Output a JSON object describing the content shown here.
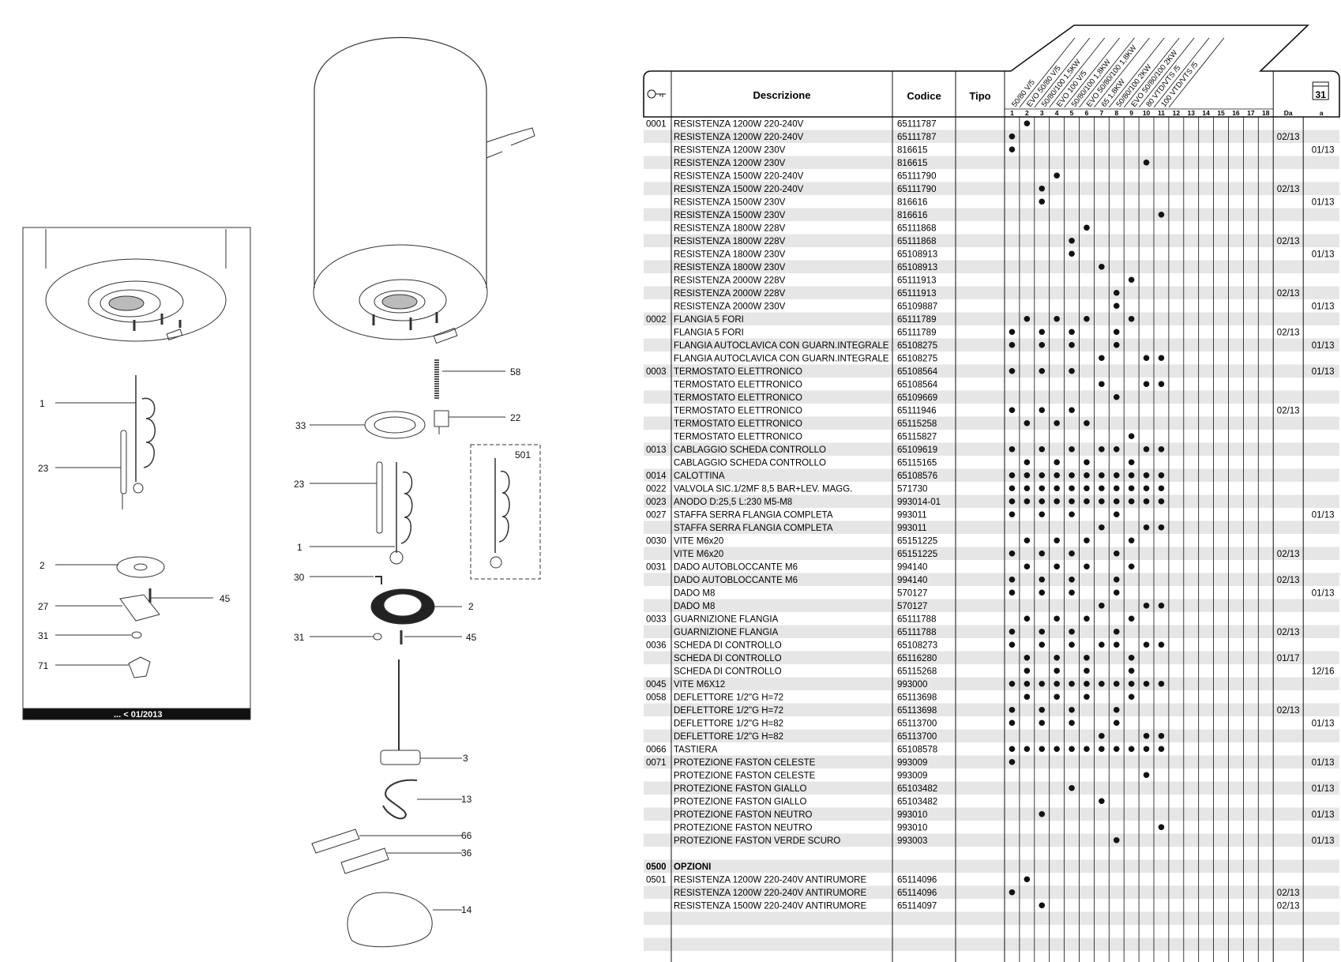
{
  "inset_footer": "... < 01/2013",
  "callouts_left": [
    "1",
    "23",
    "2",
    "27",
    "45",
    "31",
    "71"
  ],
  "callouts_main": [
    "58",
    "33",
    "22",
    "23",
    "501",
    "1",
    "30",
    "2",
    "31",
    "45",
    "3",
    "13",
    "66",
    "36",
    "14"
  ],
  "table": {
    "header": {
      "descrizione": "Descrizione",
      "codice": "Codice",
      "tipo": "Tipo",
      "da": "Da",
      "a": "a",
      "calendar_day": "31",
      "models": [
        "50/80 V/5",
        "EVO 50/80 V/5",
        "50/80/100 1,5KW",
        "EVO 100 V/5",
        "50/80/100 1,8KW",
        "EVO 50/80/100 1,8KW",
        "65 1,8KW",
        "50/80/100 2KW",
        "EVO 50/80/100 2KW",
        "80 VTD/VTS /5",
        "100 VTD/VTS /5"
      ],
      "col_numbers": [
        "1",
        "2",
        "3",
        "4",
        "5",
        "6",
        "7",
        "8",
        "9",
        "10",
        "11",
        "12",
        "13",
        "14",
        "15",
        "16",
        "17",
        "18"
      ]
    },
    "rows": [
      {
        "pos": "0001",
        "desc": "RESISTENZA 1200W 220-240V",
        "code": "65111787",
        "dots": [
          2
        ],
        "da": "",
        "a": ""
      },
      {
        "pos": "",
        "desc": "RESISTENZA 1200W 220-240V",
        "code": "65111787",
        "dots": [
          1
        ],
        "da": "02/13",
        "a": ""
      },
      {
        "pos": "",
        "desc": "RESISTENZA 1200W 230V",
        "code": "816615",
        "dots": [
          1
        ],
        "da": "",
        "a": "01/13"
      },
      {
        "pos": "",
        "desc": "RESISTENZA 1200W 230V",
        "code": "816615",
        "dots": [
          10
        ],
        "da": "",
        "a": ""
      },
      {
        "pos": "",
        "desc": "RESISTENZA 1500W 220-240V",
        "code": "65111790",
        "dots": [
          4
        ],
        "da": "",
        "a": ""
      },
      {
        "pos": "",
        "desc": "RESISTENZA 1500W 220-240V",
        "code": "65111790",
        "dots": [
          3
        ],
        "da": "02/13",
        "a": ""
      },
      {
        "pos": "",
        "desc": "RESISTENZA 1500W 230V",
        "code": "816616",
        "dots": [
          3
        ],
        "da": "",
        "a": "01/13"
      },
      {
        "pos": "",
        "desc": "RESISTENZA 1500W 230V",
        "code": "816616",
        "dots": [
          11
        ],
        "da": "",
        "a": ""
      },
      {
        "pos": "",
        "desc": "RESISTENZA 1800W 228V",
        "code": "65111868",
        "dots": [
          6
        ],
        "da": "",
        "a": ""
      },
      {
        "pos": "",
        "desc": "RESISTENZA 1800W 228V",
        "code": "65111868",
        "dots": [
          5
        ],
        "da": "02/13",
        "a": ""
      },
      {
        "pos": "",
        "desc": "RESISTENZA 1800W 230V",
        "code": "65108913",
        "dots": [
          5
        ],
        "da": "",
        "a": "01/13"
      },
      {
        "pos": "",
        "desc": "RESISTENZA 1800W 230V",
        "code": "65108913",
        "dots": [
          7
        ],
        "da": "",
        "a": ""
      },
      {
        "pos": "",
        "desc": "RESISTENZA 2000W 228V",
        "code": "65111913",
        "dots": [
          9
        ],
        "da": "",
        "a": ""
      },
      {
        "pos": "",
        "desc": "RESISTENZA 2000W 228V",
        "code": "65111913",
        "dots": [
          8
        ],
        "da": "02/13",
        "a": ""
      },
      {
        "pos": "",
        "desc": "RESISTENZA 2000W 230V",
        "code": "65109887",
        "dots": [
          8
        ],
        "da": "",
        "a": "01/13"
      },
      {
        "pos": "0002",
        "desc": "FLANGIA 5 FORI",
        "code": "65111789",
        "dots": [
          2,
          4,
          6,
          9
        ],
        "da": "",
        "a": ""
      },
      {
        "pos": "",
        "desc": "FLANGIA 5 FORI",
        "code": "65111789",
        "dots": [
          1,
          3,
          5,
          8
        ],
        "da": "02/13",
        "a": ""
      },
      {
        "pos": "",
        "desc": "FLANGIA AUTOCLAVICA CON GUARN.INTEGRALE",
        "code": "65108275",
        "dots": [
          1,
          3,
          5,
          8
        ],
        "da": "",
        "a": "01/13"
      },
      {
        "pos": "",
        "desc": "FLANGIA AUTOCLAVICA CON GUARN.INTEGRALE",
        "code": "65108275",
        "dots": [
          7,
          10,
          11
        ],
        "da": "",
        "a": ""
      },
      {
        "pos": "0003",
        "desc": "TERMOSTATO ELETTRONICO",
        "code": "65108564",
        "dots": [
          1,
          3,
          5
        ],
        "da": "",
        "a": "01/13"
      },
      {
        "pos": "",
        "desc": "TERMOSTATO ELETTRONICO",
        "code": "65108564",
        "dots": [
          7,
          10,
          11
        ],
        "da": "",
        "a": ""
      },
      {
        "pos": "",
        "desc": "TERMOSTATO ELETTRONICO",
        "code": "65109669",
        "dots": [
          8
        ],
        "da": "",
        "a": ""
      },
      {
        "pos": "",
        "desc": "TERMOSTATO ELETTRONICO",
        "code": "65111946",
        "dots": [
          1,
          3,
          5
        ],
        "da": "02/13",
        "a": ""
      },
      {
        "pos": "",
        "desc": "TERMOSTATO ELETTRONICO",
        "code": "65115258",
        "dots": [
          2,
          4,
          6
        ],
        "da": "",
        "a": ""
      },
      {
        "pos": "",
        "desc": "TERMOSTATO ELETTRONICO",
        "code": "65115827",
        "dots": [
          9
        ],
        "da": "",
        "a": ""
      },
      {
        "pos": "0013",
        "desc": "CABLAGGIO SCHEDA CONTROLLO",
        "code": "65109619",
        "dots": [
          1,
          3,
          5,
          7,
          8,
          10,
          11
        ],
        "da": "",
        "a": ""
      },
      {
        "pos": "",
        "desc": "CABLAGGIO SCHEDA CONTROLLO",
        "code": "65115165",
        "dots": [
          2,
          4,
          6,
          9
        ],
        "da": "",
        "a": ""
      },
      {
        "pos": "0014",
        "desc": "CALOTTINA",
        "code": "65108576",
        "dots": [
          1,
          2,
          3,
          4,
          5,
          6,
          7,
          8,
          9,
          10,
          11
        ],
        "da": "",
        "a": ""
      },
      {
        "pos": "0022",
        "desc": "VALVOLA SIC.1/2MF 8,5 BAR+LEV. MAGG.",
        "code": "571730",
        "dots": [
          1,
          2,
          3,
          4,
          5,
          6,
          7,
          8,
          9,
          10,
          11
        ],
        "da": "",
        "a": ""
      },
      {
        "pos": "0023",
        "desc": "ANODO D:25,5 L:230 M5-M8",
        "code": "993014-01",
        "dots": [
          1,
          2,
          3,
          4,
          5,
          6,
          7,
          8,
          9,
          10,
          11
        ],
        "da": "",
        "a": ""
      },
      {
        "pos": "0027",
        "desc": "STAFFA SERRA FLANGIA COMPLETA",
        "code": "993011",
        "dots": [
          1,
          3,
          5,
          8
        ],
        "da": "",
        "a": "01/13"
      },
      {
        "pos": "",
        "desc": "STAFFA SERRA FLANGIA COMPLETA",
        "code": "993011",
        "dots": [
          7,
          10,
          11
        ],
        "da": "",
        "a": ""
      },
      {
        "pos": "0030",
        "desc": "VITE M6x20",
        "code": "65151225",
        "dots": [
          2,
          4,
          6,
          9
        ],
        "da": "",
        "a": ""
      },
      {
        "pos": "",
        "desc": "VITE M6x20",
        "code": "65151225",
        "dots": [
          1,
          3,
          5,
          8
        ],
        "da": "02/13",
        "a": ""
      },
      {
        "pos": "0031",
        "desc": "DADO AUTOBLOCCANTE M6",
        "code": "994140",
        "dots": [
          2,
          4,
          6,
          9
        ],
        "da": "",
        "a": ""
      },
      {
        "pos": "",
        "desc": "DADO AUTOBLOCCANTE M6",
        "code": "994140",
        "dots": [
          1,
          3,
          5,
          8
        ],
        "da": "02/13",
        "a": ""
      },
      {
        "pos": "",
        "desc": "DADO M8",
        "code": "570127",
        "dots": [
          1,
          3,
          5,
          8
        ],
        "da": "",
        "a": "01/13"
      },
      {
        "pos": "",
        "desc": "DADO M8",
        "code": "570127",
        "dots": [
          7,
          10,
          11
        ],
        "da": "",
        "a": ""
      },
      {
        "pos": "0033",
        "desc": "GUARNIZIONE FLANGIA",
        "code": "65111788",
        "dots": [
          2,
          4,
          6,
          9
        ],
        "da": "",
        "a": ""
      },
      {
        "pos": "",
        "desc": "GUARNIZIONE FLANGIA",
        "code": "65111788",
        "dots": [
          1,
          3,
          5,
          8
        ],
        "da": "02/13",
        "a": ""
      },
      {
        "pos": "0036",
        "desc": "SCHEDA DI CONTROLLO",
        "code": "65108273",
        "dots": [
          1,
          3,
          5,
          7,
          8,
          10,
          11
        ],
        "da": "",
        "a": ""
      },
      {
        "pos": "",
        "desc": "SCHEDA DI CONTROLLO",
        "code": "65116280",
        "dots": [
          2,
          4,
          6,
          9
        ],
        "da": "01/17",
        "a": ""
      },
      {
        "pos": "",
        "desc": "SCHEDA DI CONTROLLO",
        "code": "65115268",
        "dots": [
          2,
          4,
          6,
          9
        ],
        "da": "",
        "a": "12/16"
      },
      {
        "pos": "0045",
        "desc": "VITE M6X12",
        "code": "993000",
        "dots": [
          1,
          2,
          3,
          4,
          5,
          6,
          7,
          8,
          9,
          10,
          11
        ],
        "da": "",
        "a": ""
      },
      {
        "pos": "0058",
        "desc": "DEFLETTORE 1/2\"G H=72",
        "code": "65113698",
        "dots": [
          2,
          4,
          6,
          9
        ],
        "da": "",
        "a": ""
      },
      {
        "pos": "",
        "desc": "DEFLETTORE 1/2\"G H=72",
        "code": "65113698",
        "dots": [
          1,
          3,
          5,
          8
        ],
        "da": "02/13",
        "a": ""
      },
      {
        "pos": "",
        "desc": "DEFLETTORE 1/2\"G H=82",
        "code": "65113700",
        "dots": [
          1,
          3,
          5,
          8
        ],
        "da": "",
        "a": "01/13"
      },
      {
        "pos": "",
        "desc": "DEFLETTORE 1/2\"G H=82",
        "code": "65113700",
        "dots": [
          7,
          10,
          11
        ],
        "da": "",
        "a": ""
      },
      {
        "pos": "0066",
        "desc": "TASTIERA",
        "code": "65108578",
        "dots": [
          1,
          2,
          3,
          4,
          5,
          6,
          7,
          8,
          9,
          10,
          11
        ],
        "da": "",
        "a": ""
      },
      {
        "pos": "0071",
        "desc": "PROTEZIONE FASTON CELESTE",
        "code": "993009",
        "dots": [
          1
        ],
        "da": "",
        "a": "01/13"
      },
      {
        "pos": "",
        "desc": "PROTEZIONE FASTON CELESTE",
        "code": "993009",
        "dots": [
          10
        ],
        "da": "",
        "a": ""
      },
      {
        "pos": "",
        "desc": "PROTEZIONE FASTON GIALLO",
        "code": "65103482",
        "dots": [
          5
        ],
        "da": "",
        "a": "01/13"
      },
      {
        "pos": "",
        "desc": "PROTEZIONE FASTON GIALLO",
        "code": "65103482",
        "dots": [
          7
        ],
        "da": "",
        "a": ""
      },
      {
        "pos": "",
        "desc": "PROTEZIONE FASTON NEUTRO",
        "code": "993010",
        "dots": [
          3
        ],
        "da": "",
        "a": "01/13"
      },
      {
        "pos": "",
        "desc": "PROTEZIONE FASTON NEUTRO",
        "code": "993010",
        "dots": [
          11
        ],
        "da": "",
        "a": ""
      },
      {
        "pos": "",
        "desc": "PROTEZIONE FASTON VERDE SCURO",
        "code": "993003",
        "dots": [
          8
        ],
        "da": "",
        "a": "01/13"
      },
      {
        "pos": "",
        "desc": "",
        "code": "",
        "dots": [],
        "da": "",
        "a": ""
      },
      {
        "pos": "0500",
        "desc": "OPZIONI",
        "code": "",
        "dots": [],
        "da": "",
        "a": "",
        "bold": true
      },
      {
        "pos": "0501",
        "desc": "RESISTENZA 1200W 220-240V ANTIRUMORE",
        "code": "65114096",
        "dots": [
          2
        ],
        "da": "",
        "a": ""
      },
      {
        "pos": "",
        "desc": "RESISTENZA 1200W 220-240V ANTIRUMORE",
        "code": "65114096",
        "dots": [
          1
        ],
        "da": "02/13",
        "a": ""
      },
      {
        "pos": "",
        "desc": "RESISTENZA 1500W 220-240V ANTIRUMORE",
        "code": "65114097",
        "dots": [
          3
        ],
        "da": "02/13",
        "a": ""
      },
      {
        "pos": "",
        "desc": "",
        "code": "",
        "dots": [],
        "da": "",
        "a": ""
      },
      {
        "pos": "",
        "desc": "",
        "code": "",
        "dots": [],
        "da": "",
        "a": ""
      },
      {
        "pos": "",
        "desc": "",
        "code": "",
        "dots": [],
        "da": "",
        "a": ""
      },
      {
        "pos": "",
        "desc": "",
        "code": "",
        "dots": [],
        "da": "",
        "a": ""
      }
    ]
  }
}
